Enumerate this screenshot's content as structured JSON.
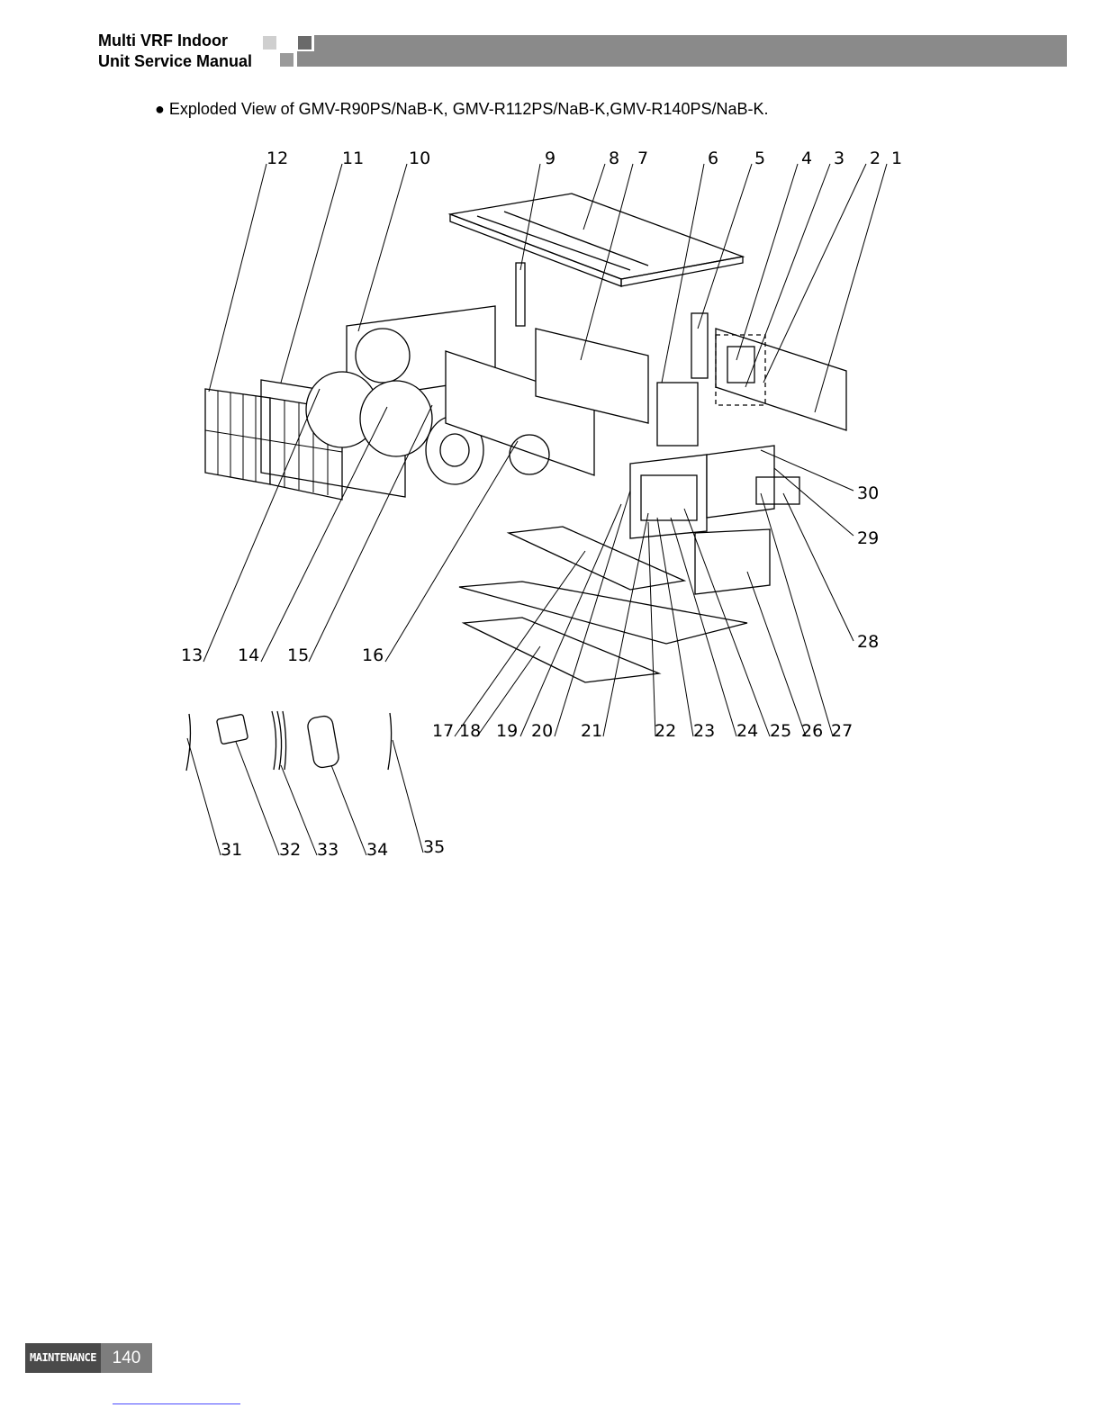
{
  "header": {
    "title_line1": "Multi VRF Indoor",
    "title_line2": "Unit Service Manual"
  },
  "caption": "● Exploded View of GMV-R90PS/NaB-K, GMV-R112PS/NaB-K,GMV-R140PS/NaB-K.",
  "diagram": {
    "callouts": [
      "12",
      "11",
      "10",
      "9",
      "8",
      "7",
      "6",
      "5",
      "4",
      "3",
      "2",
      "1",
      "30",
      "29",
      "28",
      "13",
      "14",
      "15",
      "16",
      "17",
      "18",
      "19",
      "20",
      "21",
      "22",
      "23",
      "24",
      "25",
      "26",
      "27",
      "31",
      "32",
      "33",
      "34",
      "35"
    ]
  },
  "footer": {
    "section": "MAINTENANCE",
    "page": "140"
  },
  "colors": {
    "bar": "#8a8a8a",
    "footer_dark": "#4a4a4a",
    "footer_page": "#7d7d7d"
  }
}
